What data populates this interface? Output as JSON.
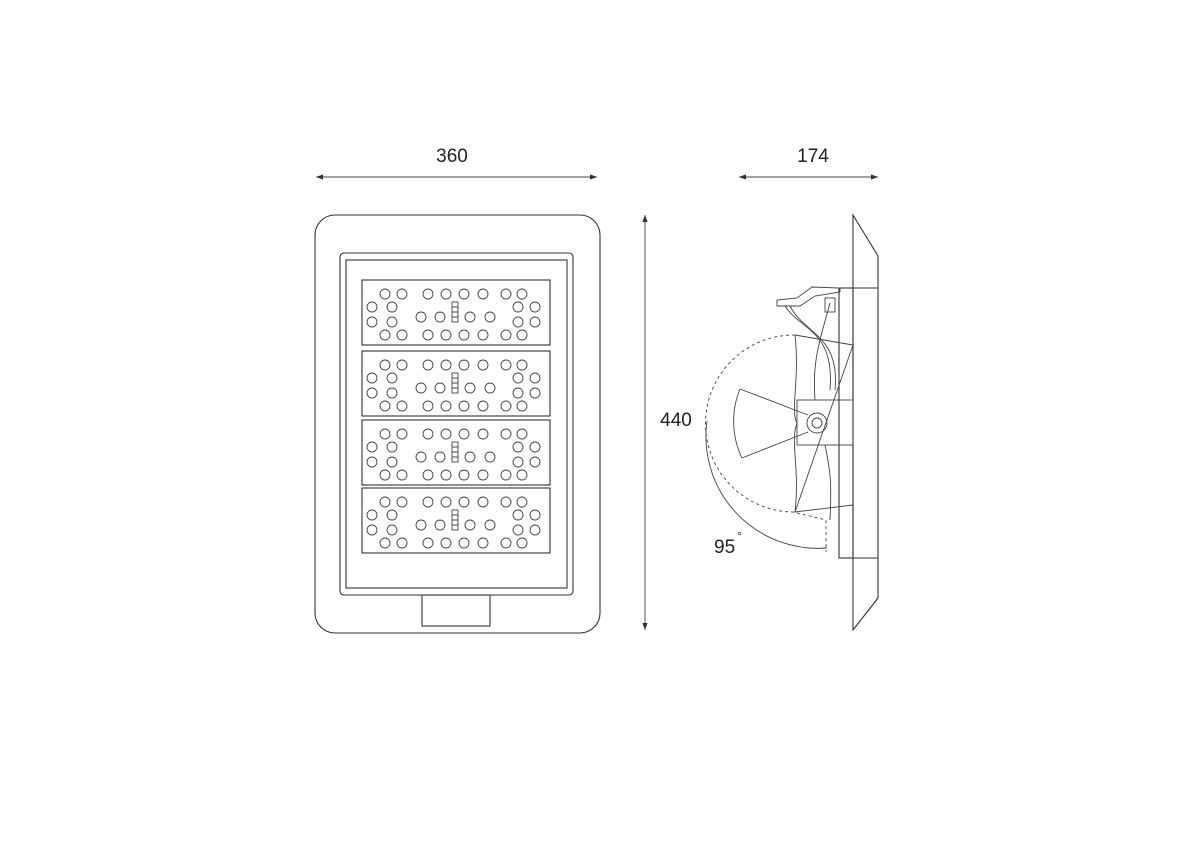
{
  "dimensions": {
    "width_label": "360",
    "depth_label": "174",
    "height_label": "440",
    "tilt_angle_label": "95",
    "degree_symbol": "°"
  },
  "front_view": {
    "module_count": 4
  },
  "colors": {
    "line": "#333333",
    "background": "#ffffff"
  }
}
